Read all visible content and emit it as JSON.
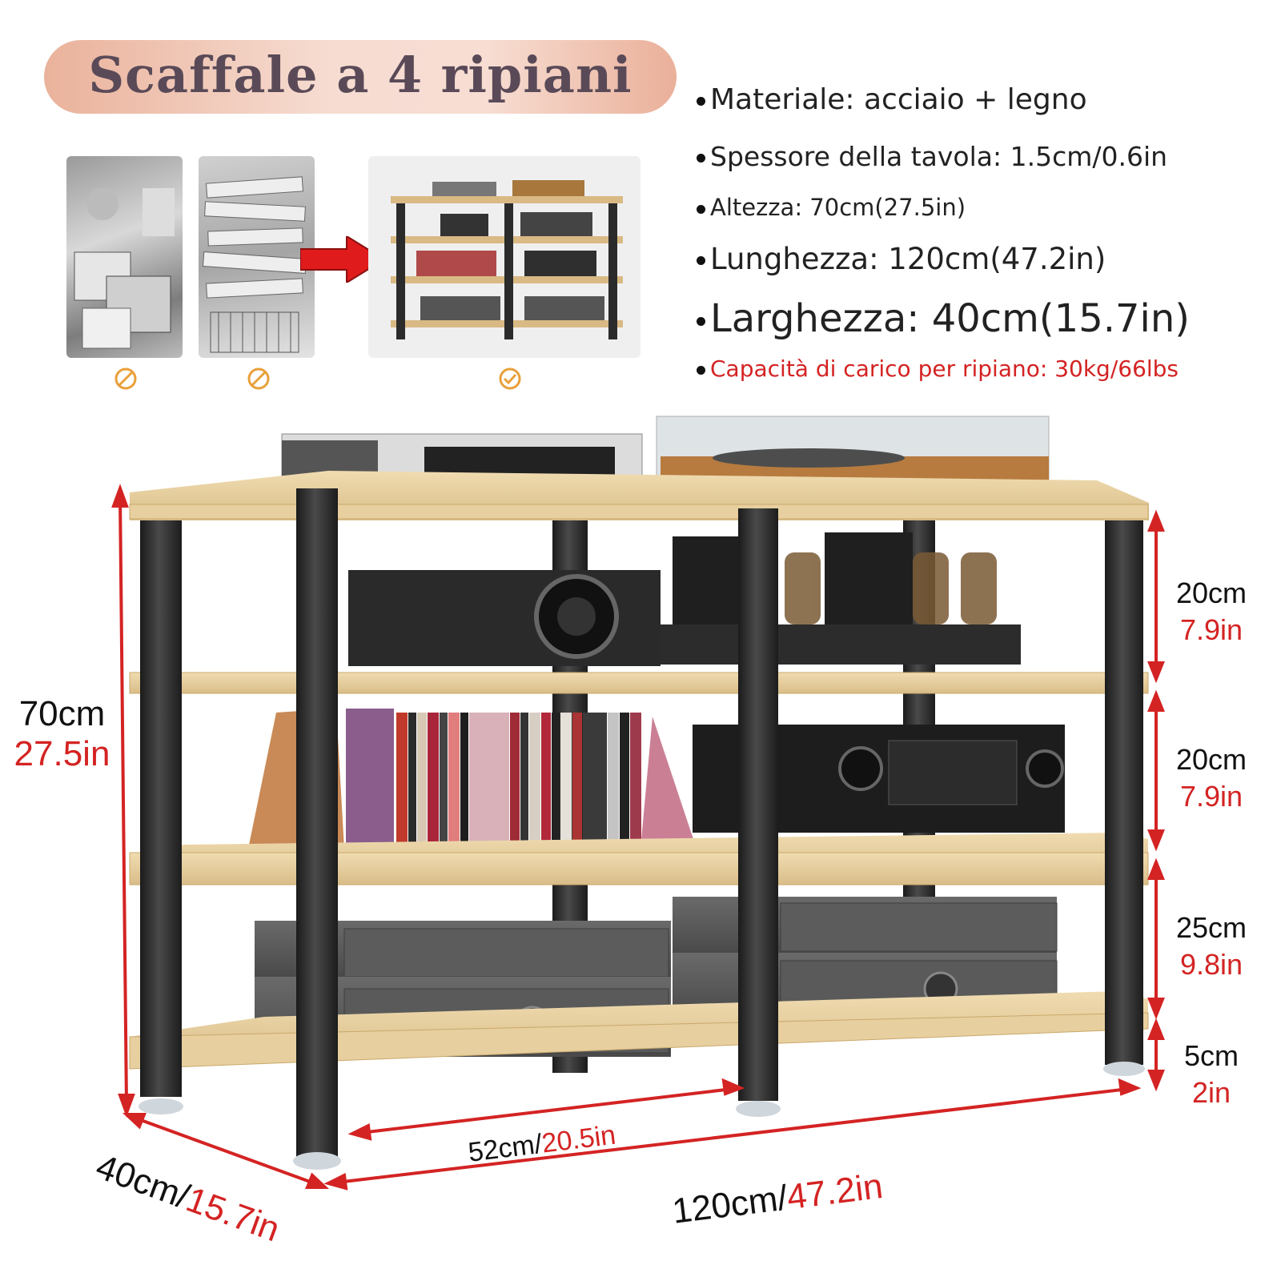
{
  "title": "Scaffale a 4 ripiani",
  "specs": {
    "materiale": "Materiale: acciaio + legno",
    "spessore": "Spessore della tavola: 1.5cm/0.6in",
    "altezza": "Altezza: 70cm(27.5in)",
    "lunghezza": "Lunghezza: 120cm(47.2in)",
    "larghezza": "Larghezza: 40cm(15.7in)",
    "capacita": "Capacità di carico per ripiano: 30kg/66lbs"
  },
  "comparison": {
    "icons": [
      "prohibited-icon",
      "prohibited-icon",
      "check-icon"
    ],
    "arrow_icon": "arrow-right-icon"
  },
  "dimensions": {
    "height_cm": "70cm",
    "height_in": "27.5in",
    "shelf_gaps": [
      {
        "cm": "20cm",
        "in": "7.9in"
      },
      {
        "cm": "20cm",
        "in": "7.9in"
      },
      {
        "cm": "25cm",
        "in": "9.8in"
      },
      {
        "cm": "5cm",
        "in": "2in"
      }
    ],
    "depth_cm": "40cm/",
    "depth_in": "15.7in",
    "inner_cm": "52cm/",
    "inner_in": "20.5in",
    "length_cm": "120cm/",
    "length_in": "47.2in"
  },
  "colors": {
    "accent_red": "#d42323",
    "wood": "#e7cf9f",
    "steel": "#2b2b2b",
    "title_text": "#5a4a58"
  }
}
